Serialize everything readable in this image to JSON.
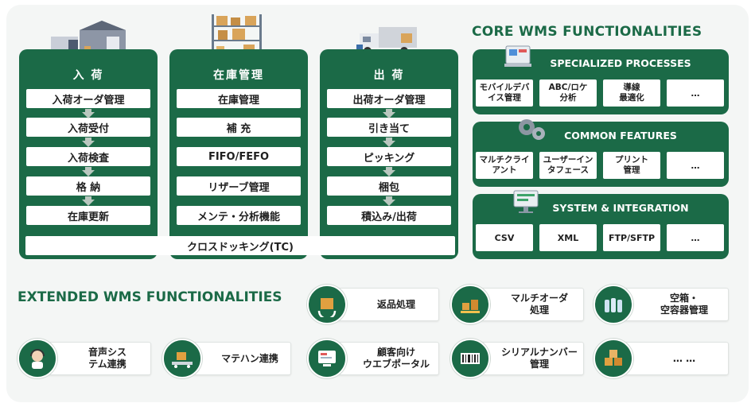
{
  "columns": [
    {
      "title": "入 荷",
      "steps": [
        "入荷オーダ管理",
        "入荷受付",
        "入荷検査",
        "格 納",
        "在庫更新"
      ]
    },
    {
      "title": "在庫管理",
      "steps": [
        "在庫管理",
        "補 充",
        "FIFO/FEFO",
        "リザーブ管理",
        "メンテ・分析機能"
      ]
    },
    {
      "title": "出 荷",
      "steps": [
        "出荷オーダ管理",
        "引き当て",
        "ピッキング",
        "梱包",
        "積込み/出荷"
      ]
    }
  ],
  "cross_docking": "クロスドッキング(TC)",
  "core_title": "CORE WMS FUNCTIONALITIES",
  "panels": [
    {
      "title": "SPECIALIZED PROCESSES",
      "items": [
        [
          "モバイルデバ",
          "イス管理"
        ],
        [
          "ABC/ロケ",
          "分析"
        ],
        [
          "導線",
          "最適化"
        ],
        [
          "…"
        ]
      ]
    },
    {
      "title": "COMMON FEATURES",
      "items": [
        [
          "マルチクライ",
          "アント"
        ],
        [
          "ユーザーイン",
          "タフェース"
        ],
        [
          "プリント",
          "管理"
        ],
        [
          "…"
        ]
      ]
    },
    {
      "title": "SYSTEM & INTEGRATION",
      "items": [
        [
          "CSV"
        ],
        [
          "XML"
        ],
        [
          "FTP/SFTP"
        ],
        [
          "…"
        ]
      ]
    }
  ],
  "ext_title": "EXTENDED WMS FUNCTIONALITIES",
  "extended": [
    {
      "lines": [
        "返品処理"
      ],
      "icon": "return-box-icon"
    },
    {
      "lines": [
        "マルチオーダ",
        "処理"
      ],
      "icon": "multi-order-icon"
    },
    {
      "lines": [
        "空箱・",
        "空容器管理"
      ],
      "icon": "empty-container-icon"
    },
    {
      "lines": [
        "音声シス",
        "テム連携"
      ],
      "icon": "voice-headset-icon"
    },
    {
      "lines": [
        "マテハン連携"
      ],
      "icon": "conveyor-icon"
    },
    {
      "lines": [
        "顧客向け",
        "ウエブポータル"
      ],
      "icon": "web-portal-icon"
    },
    {
      "lines": [
        "シリアルナンバー",
        "管理"
      ],
      "icon": "barcode-icon"
    },
    {
      "lines": [
        "… …"
      ],
      "icon": "boxes-icon"
    }
  ],
  "colors": {
    "brand_green": "#1b6a47",
    "arrow_gray": "#b9c7bf"
  }
}
